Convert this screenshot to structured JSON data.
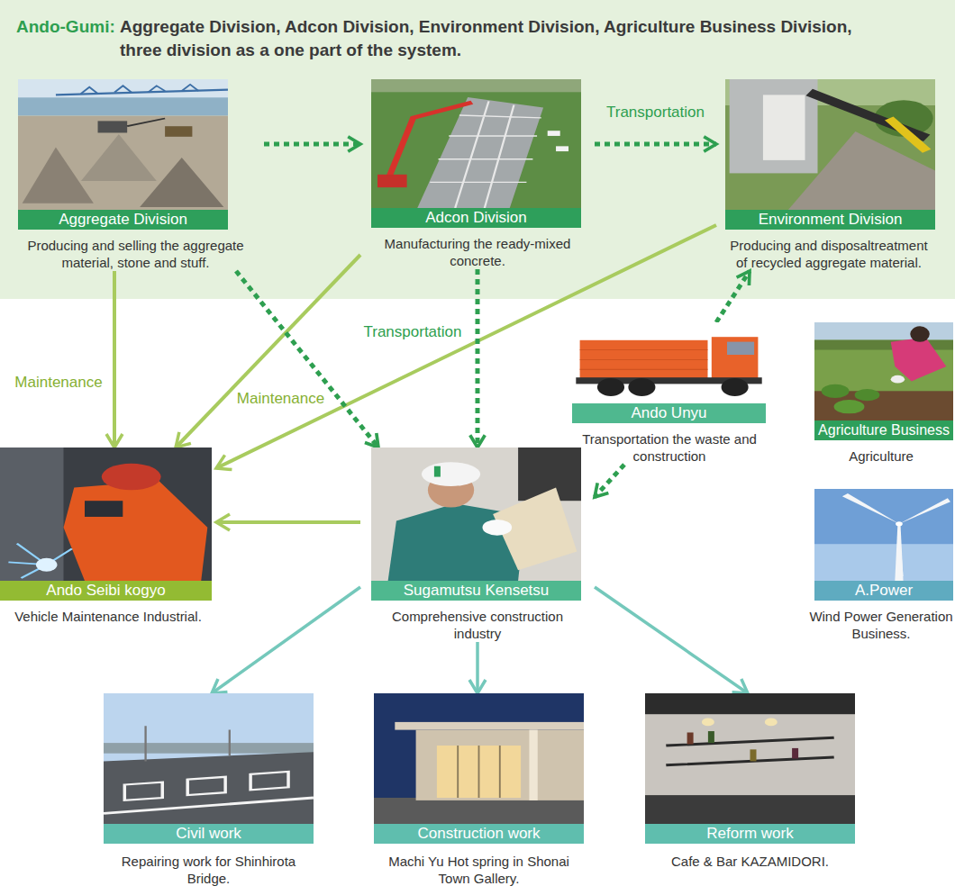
{
  "diagram": {
    "nodes": [
      {
        "text": [
          "Ando-Gumi:",
          "Aggregate Division, Adcon Division, Environment Division, Agriculture Business Division, three division as a one part of the system."
        ]
      },
      {
        "text": [
          "Aggregate Division",
          "Producing and selling the aggregate material, stone and stuff."
        ],
        "in": 0
      },
      {
        "text": [
          "Adcon Division",
          "Manufacturing the ready-mixed concrete."
        ],
        "in": 0
      },
      {
        "text": [
          "Environment Division",
          "Producing and disposaltreatment of recycled aggregate material."
        ],
        "in": 0
      },
      {
        "text": [
          "Ando Unyu",
          "Transportation the waste and construction"
        ]
      },
      {
        "text": [
          "Agriculture Business",
          "Agriculture"
        ]
      },
      {
        "text": [
          "Ando Seibi kogyo",
          "Vehicle Maintenance Industrial."
        ]
      },
      {
        "text": [
          "Sugamutsu Kensetsu",
          "Comprehensive construction industry"
        ]
      },
      {
        "text": [
          "A.Power",
          "Wind Power Generation Business."
        ]
      },
      {
        "text": [
          "Civil work",
          "Repairing work for Shinhirota Bridge."
        ]
      },
      {
        "text": [
          "Construction work",
          "Machi Yu Hot spring in Shonai Town Gallery."
        ]
      },
      {
        "text": [
          "Reform work",
          "Cafe & Bar KAZAMIDORI."
        ]
      }
    ],
    "edges": [
      {
        "from": 1,
        "to": 2,
        "arrow": "to"
      },
      {
        "from": 2,
        "to": 3,
        "label": "Transportation",
        "arrow": "to"
      },
      {
        "from": 1,
        "to": 6,
        "label": "Maintenance",
        "arrow": "to"
      },
      {
        "from": 2,
        "to": 6,
        "label": "Maintenance",
        "arrow": "to"
      },
      {
        "from": 3,
        "to": 6,
        "arrow": "to"
      },
      {
        "from": 1,
        "to": 7,
        "arrow": "to"
      },
      {
        "from": 2,
        "to": 7,
        "label": "Transportation",
        "arrow": "to"
      },
      {
        "from": 4,
        "to": 3,
        "arrow": "to"
      },
      {
        "from": 4,
        "to": 7,
        "arrow": "to"
      },
      {
        "from": 7,
        "to": 6,
        "arrow": "to"
      },
      {
        "from": 7,
        "to": 9,
        "arrow": "to"
      },
      {
        "from": 7,
        "to": 10,
        "arrow": "to"
      },
      {
        "from": 7,
        "to": 11,
        "arrow": "to"
      }
    ]
  }
}
